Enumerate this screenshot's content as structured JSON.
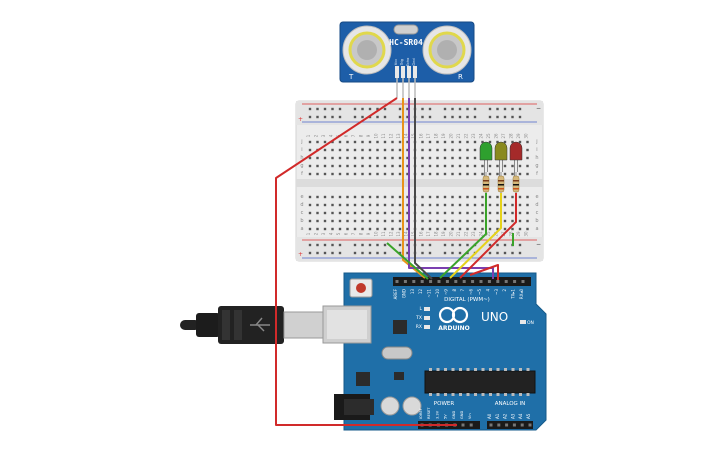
{
  "sensor": {
    "model": "HC-SR04",
    "left_mark": "T",
    "right_mark": "R",
    "pins": [
      "Vcc",
      "Trig",
      "Echo",
      "Gnd"
    ]
  },
  "breadboard": {
    "col_numbers": [
      "1",
      "2",
      "3",
      "4",
      "5",
      "6",
      "7",
      "8",
      "9",
      "10",
      "11",
      "12",
      "13",
      "14",
      "15",
      "16",
      "17",
      "18",
      "19",
      "20",
      "21",
      "22",
      "23",
      "24",
      "25",
      "26",
      "27",
      "28",
      "29",
      "30"
    ],
    "row_letters_top": [
      "j",
      "i",
      "h",
      "g",
      "f"
    ],
    "row_letters_bottom": [
      "e",
      "d",
      "c",
      "b",
      "a"
    ],
    "rail_plus": "+",
    "rail_minus": "−"
  },
  "leds": [
    {
      "color": "#2ea02e"
    },
    {
      "color": "#8a8a1e"
    },
    {
      "color": "#a52a2a"
    }
  ],
  "arduino": {
    "brand": "ARDUINO",
    "model": "UNO",
    "on_label": "ON",
    "digital_header": "DIGITAL (PWM~)",
    "power_header": "POWER",
    "analog_header": "ANALOG IN",
    "top_pins": [
      "AREF",
      "GND",
      "13",
      "12",
      "~11",
      "~10",
      "~9",
      "8",
      "7",
      "~6",
      "~5",
      "4",
      "~3",
      "2",
      "TX▸1",
      "RX◂0"
    ],
    "power_pins": [
      "IOREF",
      "RESET",
      "3.3V",
      "5V",
      "GND",
      "GND",
      "Vin"
    ],
    "analog_pins": [
      "A0",
      "A1",
      "A2",
      "A3",
      "A4",
      "A5"
    ],
    "led_labels": [
      "L",
      "TX",
      "RX"
    ],
    "board_color": "#1f6fa8"
  },
  "wires": {
    "red": "#d12a2a",
    "orange": "#e8931a",
    "purple": "#7b3fb0",
    "dark": "#4a4a4a",
    "green": "#3aa32a",
    "yellow": "#e5d21a"
  }
}
